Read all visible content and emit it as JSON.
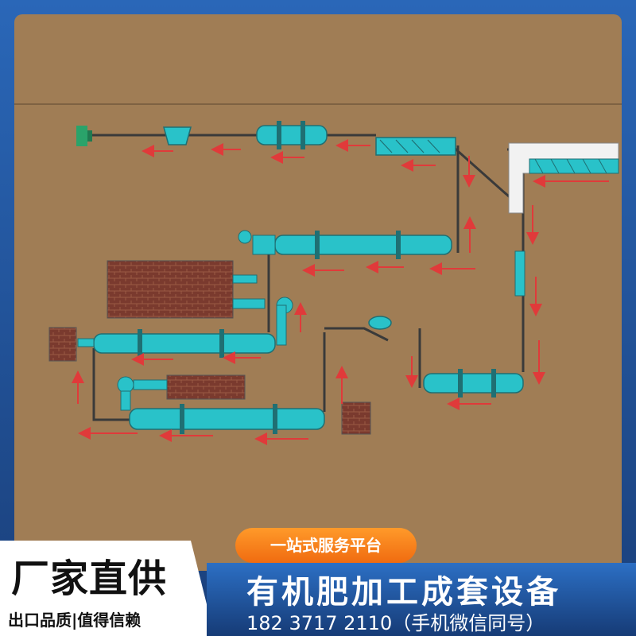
{
  "banner": {
    "badge_title": "厂家直供",
    "badge_subtitle": "出口品质|值得信赖",
    "pill_text": "一站式服务平台",
    "main_title": "有机肥加工成套设备",
    "phone_line": "182 3717 2110（手机微信同号）"
  },
  "colors": {
    "background": "#a07d55",
    "equipment": "#29c2c9",
    "arrow": "#e03a3a",
    "conveyor": "#3a3a3a",
    "banner_blue": "#1d4a8c",
    "banner_orange": "#f47b16",
    "brick": "#7a3a2e"
  }
}
